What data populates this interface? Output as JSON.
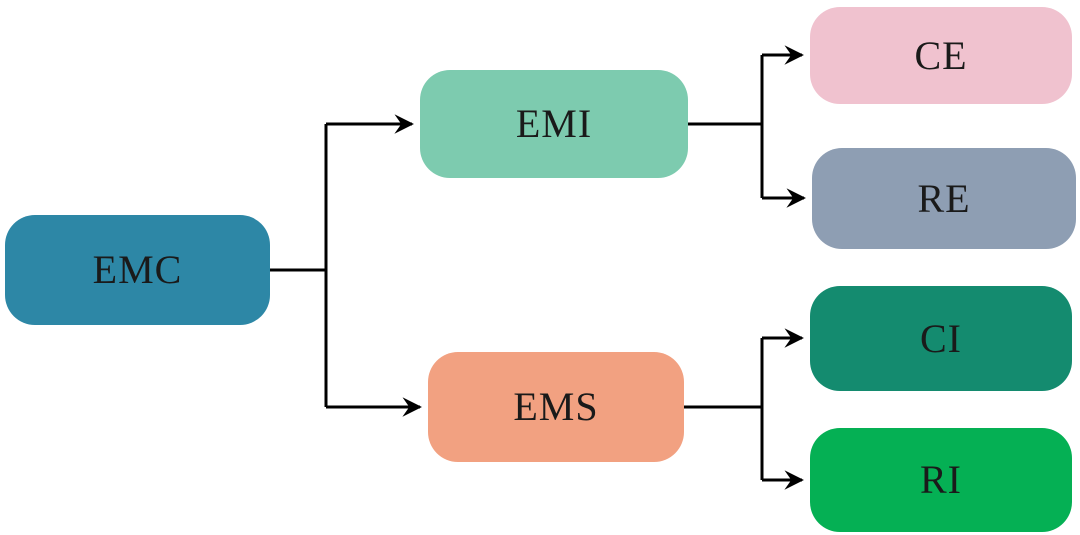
{
  "diagram": {
    "type": "tree",
    "direction": "left-to-right",
    "background": "#ffffff",
    "edge_color": "#000000",
    "text_color": "#1a1a1a",
    "nodes": [
      {
        "id": "emc",
        "label": "EMC",
        "color": "#2d87a6",
        "level": 0
      },
      {
        "id": "emi",
        "label": "EMI",
        "color": "#7dcbaf",
        "level": 1
      },
      {
        "id": "ems",
        "label": "EMS",
        "color": "#f2a181",
        "level": 1
      },
      {
        "id": "ce",
        "label": "CE",
        "color": "#f0c2cf",
        "level": 2
      },
      {
        "id": "re",
        "label": "RE",
        "color": "#8e9eb3",
        "level": 2
      },
      {
        "id": "ci",
        "label": "CI",
        "color": "#148b6f",
        "level": 2
      },
      {
        "id": "ri",
        "label": "RI",
        "color": "#05b054",
        "level": 2
      }
    ],
    "edges": [
      {
        "from": "EMC",
        "to": "EMI"
      },
      {
        "from": "EMC",
        "to": "EMS"
      },
      {
        "from": "EMI",
        "to": "CE"
      },
      {
        "from": "EMI",
        "to": "RE"
      },
      {
        "from": "EMS",
        "to": "CI"
      },
      {
        "from": "EMS",
        "to": "RI"
      }
    ]
  }
}
